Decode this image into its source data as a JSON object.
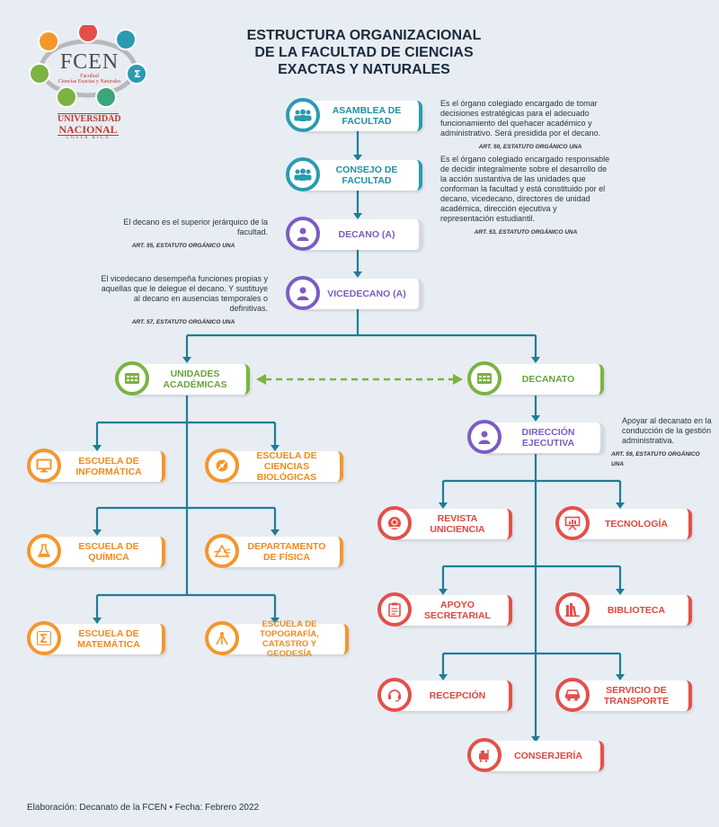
{
  "logo": {
    "acronym": "FCEN",
    "faculty_line1": "Facultad",
    "faculty_line2": "Ciencias Exactas y Naturales",
    "university_line1": "UNIVERSIDAD",
    "university_line2": "NACIONAL",
    "country": "COSTA RICA"
  },
  "title": {
    "line1": "ESTRUCTURA ORGANIZACIONAL",
    "line2": "DE LA FACULTAD DE CIENCIAS",
    "line3": "EXACTAS Y NATURALES"
  },
  "nodes": {
    "asamblea": "ASAMBLEA DE FACULTAD",
    "consejo": "CONSEJO DE FACULTAD",
    "decano": "DECANO (A)",
    "vicedecano": "VICEDECANO (A)",
    "unidades": "UNIDADES ACADÉMICAS",
    "decanato": "DECANATO",
    "direccion": "DIRECCIÓN EJECUTIVA",
    "informatica": "ESCUELA DE INFORMÁTICA",
    "biologicas": "ESCUELA DE CIENCIAS BIOLÓGICAS",
    "quimica": "ESCUELA DE QUÍMICA",
    "fisica": "DEPARTAMENTO DE FÍSICA",
    "matematica": "ESCUELA DE MATEMÁTICA",
    "topografia": "ESCUELA DE TOPOGRAFÍA, CATASTRO Y GEODESÍA",
    "revista": "REVISTA UNICIENCIA",
    "tecnologia": "TECNOLOGÍA",
    "apoyo": "APOYO SECRETARIAL",
    "biblioteca": "BIBLIOTECA",
    "recepcion": "RECEPCIÓN",
    "transporte": "SERVICIO DE TRANSPORTE",
    "conserjeria": "CONSERJERÍA"
  },
  "descriptions": {
    "asamblea": {
      "text": "Es el órgano colegiado encargado de tomar decisiones estratégicas para el adecuado funcionamiento del quehacer académico y administrativo. Será presidida por el decano.",
      "ref": "ART. 50, ESTATUTO ORGÁNICO UNA"
    },
    "consejo": {
      "text": "Es el órgano colegiado encargado responsable de decidir integralmente sobre el desarrollo de la acción sustantiva de las unidades que conforman la facultad y está constituido por el decano, vicedecano, directores de unidad académica, dirección ejecutiva y representación estudiantil.",
      "ref": "ART. 53, ESTATUTO ORGÁNICO UNA"
    },
    "decano": {
      "text": "El decano es el superior jerárquico de la facultad.",
      "ref": "ART. 55, ESTATUTO ORGÁNICO UNA"
    },
    "vicedecano": {
      "text": "El vicedecano desempeña funciones propias y aquellas que le delegue el decano. Y sustituye al decano en ausencias temporales o definitivas.",
      "ref": "ART. 57, ESTATUTO ORGÁNICO UNA"
    },
    "direccion": {
      "text": "Apoyar al decanato en la conducción de la gestión administrativa.",
      "ref": "ART. 59, ESTATUTO ORGÁNICO UNA"
    }
  },
  "footer": "Elaboración: Decanato de la FCEN • Fecha: Febrero 2022",
  "colors": {
    "teal": "#2a9bb0",
    "purple": "#7b5cc4",
    "green": "#7cb342",
    "orange": "#f5962b",
    "red": "#e3504a",
    "line": "#1f7d96"
  }
}
